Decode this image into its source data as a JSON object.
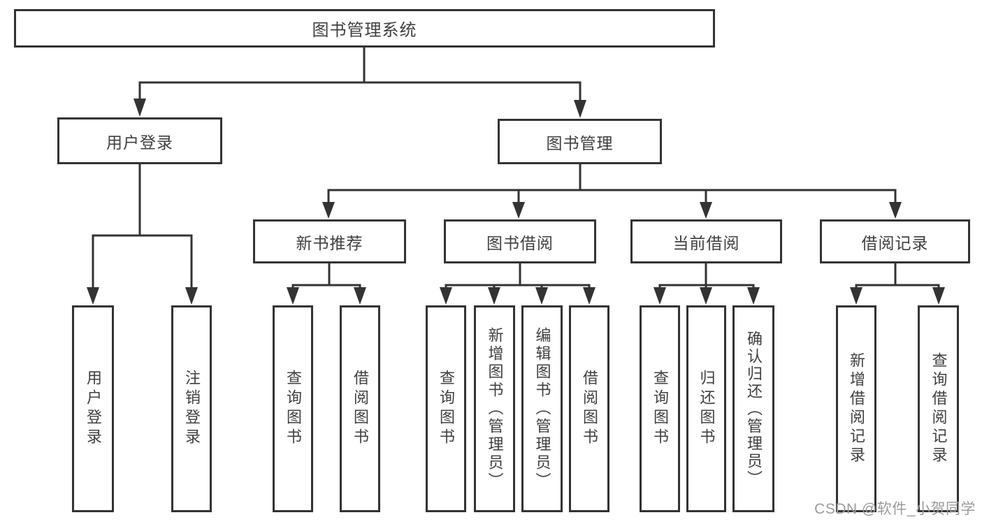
{
  "diagram_type": "functional-structure-tree",
  "tree": {
    "root": {
      "label": "图书管理系统",
      "children": [
        {
          "label": "用户登录",
          "children": [
            {
              "label": "用户登录"
            },
            {
              "label": "注销登录"
            }
          ]
        },
        {
          "label": "图书管理",
          "children": [
            {
              "label": "新书推荐",
              "children": [
                {
                  "label": "查询图书"
                },
                {
                  "label": "借阅图书"
                }
              ]
            },
            {
              "label": "图书借阅",
              "children": [
                {
                  "label": "查询图书"
                },
                {
                  "label": "新增图书（管理员）"
                },
                {
                  "label": "编辑图书（管理员）"
                },
                {
                  "label": "借阅图书"
                }
              ]
            },
            {
              "label": "当前借阅",
              "children": [
                {
                  "label": "查询图书"
                },
                {
                  "label": "归还图书"
                },
                {
                  "label": "确认归还（管理员）"
                }
              ]
            },
            {
              "label": "借阅记录",
              "children": [
                {
                  "label": "新增借阅记录"
                },
                {
                  "label": "查询借阅记录"
                }
              ]
            }
          ]
        }
      ]
    }
  },
  "watermark": {
    "text": "CSDN @软件_小贺同学"
  },
  "colors": {
    "line": "#333333",
    "box_border": "#333333",
    "text": "#3f3f3f",
    "background": "#ffffff",
    "watermark": "#9b9b9b"
  }
}
